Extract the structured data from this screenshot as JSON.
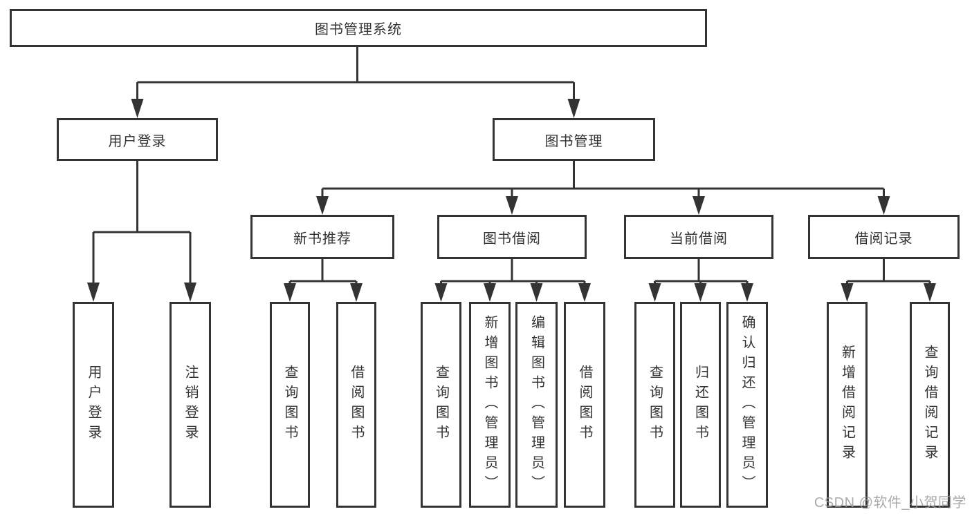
{
  "diagram_title": "图书管理系统",
  "nodes": {
    "root": {
      "label": "图书管理系统"
    },
    "branches": [
      {
        "id": "user-login",
        "label": "用户登录"
      },
      {
        "id": "book-management",
        "label": "图书管理"
      }
    ],
    "modules": [
      {
        "id": "new-book-recommendation",
        "label": "新书推荐"
      },
      {
        "id": "book-borrowing",
        "label": "图书借阅"
      },
      {
        "id": "current-borrowing",
        "label": "当前借阅"
      },
      {
        "id": "borrowing-records",
        "label": "借阅记录"
      }
    ],
    "leaves": [
      {
        "id": "user-login-leaf",
        "parent": "用户登录",
        "label": "用户登录"
      },
      {
        "id": "logout",
        "parent": "用户登录",
        "label": "注销登录"
      },
      {
        "id": "query-books-newbook",
        "parent": "新书推荐",
        "label": "查询图书"
      },
      {
        "id": "borrow-books-newbook",
        "parent": "新书推荐",
        "label": "借阅图书"
      },
      {
        "id": "query-books-borrowing",
        "parent": "图书借阅",
        "label": "查询图书"
      },
      {
        "id": "add-books-admin",
        "parent": "图书借阅",
        "label": "新增图书（管理员）"
      },
      {
        "id": "edit-books-admin",
        "parent": "图书借阅",
        "label": "编辑图书（管理员）"
      },
      {
        "id": "borrow-books-borrowing",
        "parent": "图书借阅",
        "label": "借阅图书"
      },
      {
        "id": "query-books-current",
        "parent": "当前借阅",
        "label": "查询图书"
      },
      {
        "id": "return-books",
        "parent": "当前借阅",
        "label": "归还图书"
      },
      {
        "id": "confirm-return-admin",
        "parent": "当前借阅",
        "label": "确认归还（管理员）"
      },
      {
        "id": "add-borrowing-record",
        "parent": "借阅记录",
        "label": "新增借阅记录"
      },
      {
        "id": "query-borrowing-record",
        "parent": "借阅记录",
        "label": "查询借阅记录"
      }
    ]
  },
  "watermark": "CSDN @软件_小贺同学",
  "colors": {
    "line": "#333333",
    "text": "#333333",
    "box_background": "#ffffff",
    "watermark": "#9c9c9c",
    "background": "#ffffff"
  }
}
